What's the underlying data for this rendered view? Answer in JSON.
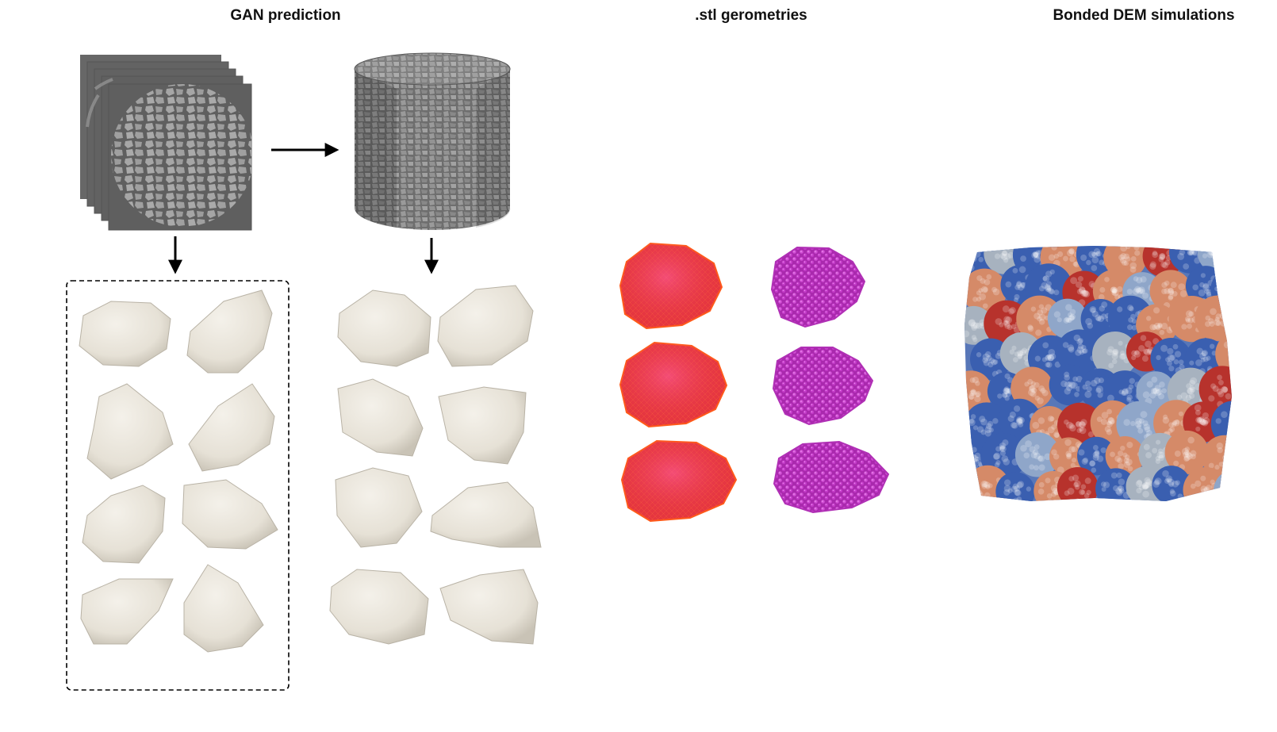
{
  "titles": {
    "gan": "GAN prediction",
    "stl": ".stl gerometries",
    "dem": "Bonded DEM simulations"
  },
  "colors": {
    "slice_dark": "#5f5f5f",
    "grain_light": "#a6a6a6",
    "particle_fill": "#ebe7dc",
    "mesh_red": "#e8343f",
    "mesh_edge": "#ff5a1a",
    "sphere_magenta": "#c43ac9",
    "dem_blue": "#3a5fb0",
    "dem_light_blue": "#8fa6c9",
    "dem_red": "#b7322c",
    "dem_salmon": "#d58a68",
    "dem_grey": "#a7b2bf"
  }
}
